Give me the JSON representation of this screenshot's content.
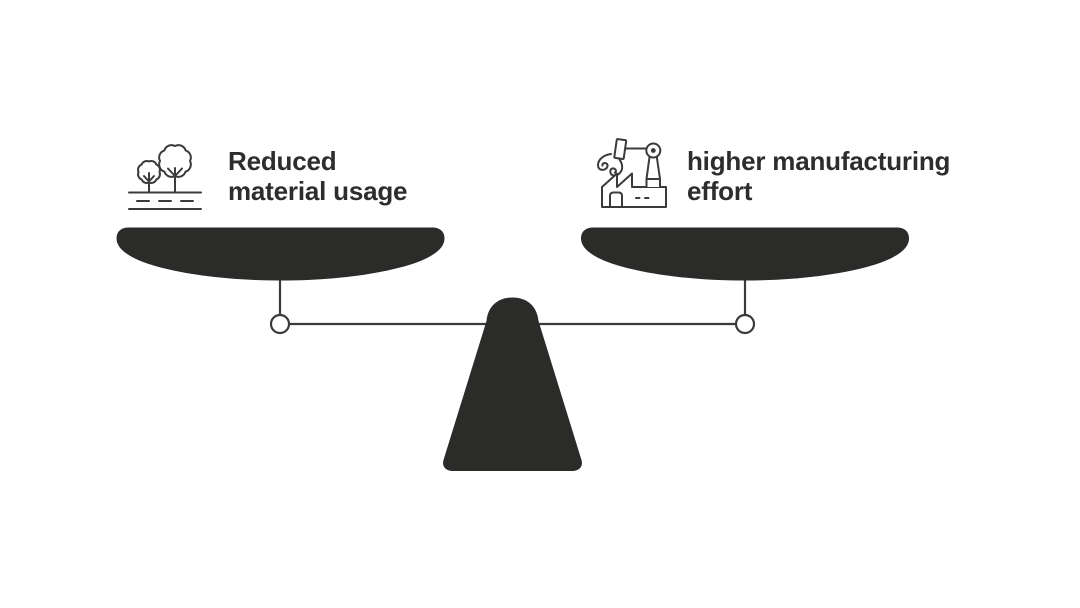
{
  "diagram": {
    "type": "balance-scale",
    "left_side": {
      "icon": "trees-roadside-icon",
      "label_line1": "Reduced",
      "label_line2": "material usage"
    },
    "right_side": {
      "icon": "factory-robot-arm-icon",
      "label_line1": "higher manufacturing",
      "label_line2": "effort"
    }
  },
  "colors": {
    "background": "#ffffff",
    "shape_fill": "#2b2b2a",
    "line_stroke": "#3a3a3a",
    "icon_stroke": "#3b3b3a",
    "text": "#2d2d2c"
  }
}
